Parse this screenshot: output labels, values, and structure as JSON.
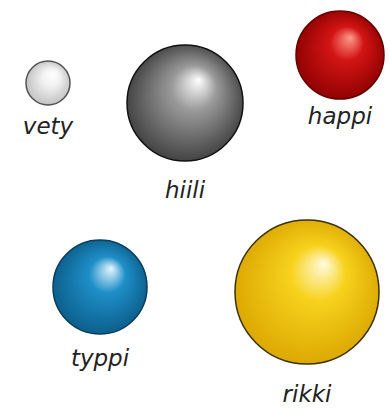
{
  "diagram": {
    "nodes": [
      {
        "text": [
          "vety"
        ]
      },
      {
        "text": [
          "hiili"
        ]
      },
      {
        "text": [
          "happi"
        ]
      },
      {
        "text": [
          "typpi"
        ]
      },
      {
        "text": [
          "rikki"
        ]
      }
    ]
  }
}
